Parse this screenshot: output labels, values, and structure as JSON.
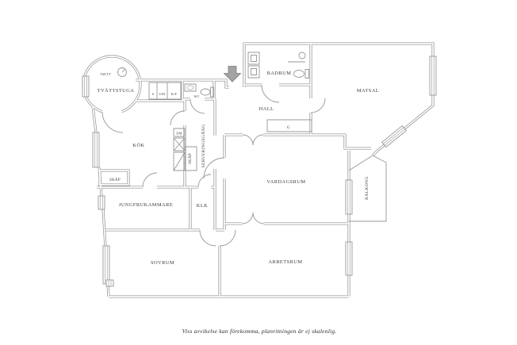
{
  "floor_plan": {
    "rooms": {
      "tvattstuga": "TVÄTTSTUGA",
      "kok": "KÖK",
      "jungfrukammare": "JUNGFRUKAMMARE",
      "klk": "KLK",
      "sovrum": "SOVRUM",
      "arbetsrum": "ARBETSRUM",
      "vardagsrum": "VARDAGSRUM",
      "hall": "HALL",
      "badrum": "BADRUM",
      "matsal": "MATSAL",
      "balkong": "BALKONG",
      "serveringsgang": "SERVERINGSGÅNG"
    },
    "labels": {
      "tm_tt": "TM/TT",
      "skap_hall": "SKÅP",
      "skap_kok": "SKÅP",
      "s": "S",
      "um": "UM",
      "kf": "K/F",
      "wc": "WC",
      "dm": "DM",
      "g": "G"
    },
    "caption": "Viss avvikelse kan förekomma, planritningen är ej skalenlig.",
    "colors": {
      "wall": "#8e8e8e",
      "fixture_line": "#979797",
      "label_text": "#3f3f3f",
      "entry_arrow": "#a3a3a3",
      "background": "#ffffff"
    }
  }
}
